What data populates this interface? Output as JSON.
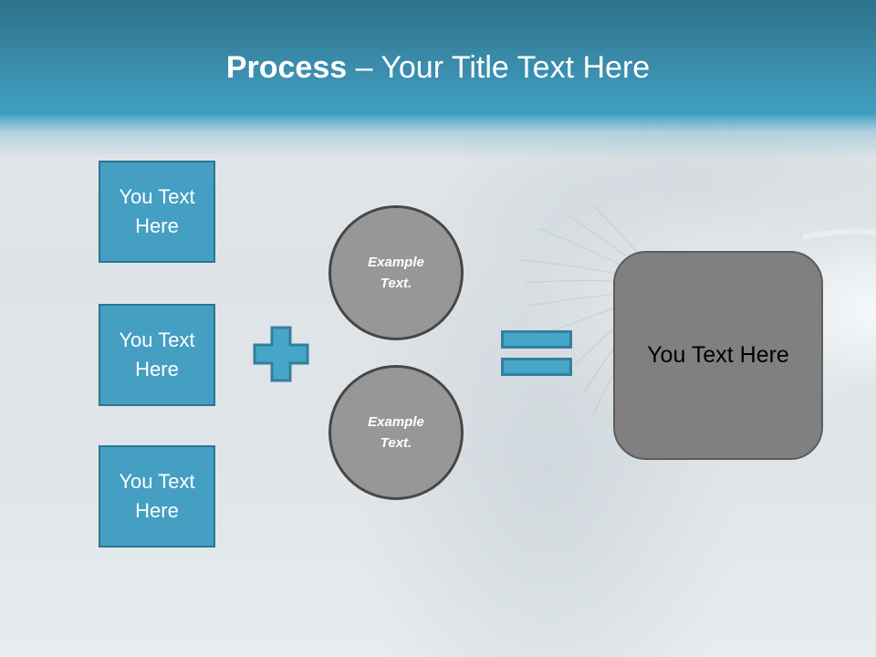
{
  "slide": {
    "title_bold": "Process",
    "title_rest": " – Your Title Text Here"
  },
  "inputs": [
    {
      "label": "You Text Here"
    },
    {
      "label": "You Text Here"
    },
    {
      "label": "You Text Here"
    }
  ],
  "operators": {
    "plus": "plus-icon",
    "equals": "equals-icon"
  },
  "circles": [
    {
      "label": "Example Text."
    },
    {
      "label": "Example Text."
    }
  ],
  "result": {
    "label": "You Text Here"
  },
  "colors": {
    "header_top": "#2d718a",
    "header_bottom": "#409fc2",
    "box_fill": "#449fc3",
    "box_border": "#2e7590",
    "circle_fill": "#979797",
    "circle_border": "#474747",
    "result_fill": "#808080",
    "result_border": "#5d5d5d"
  }
}
